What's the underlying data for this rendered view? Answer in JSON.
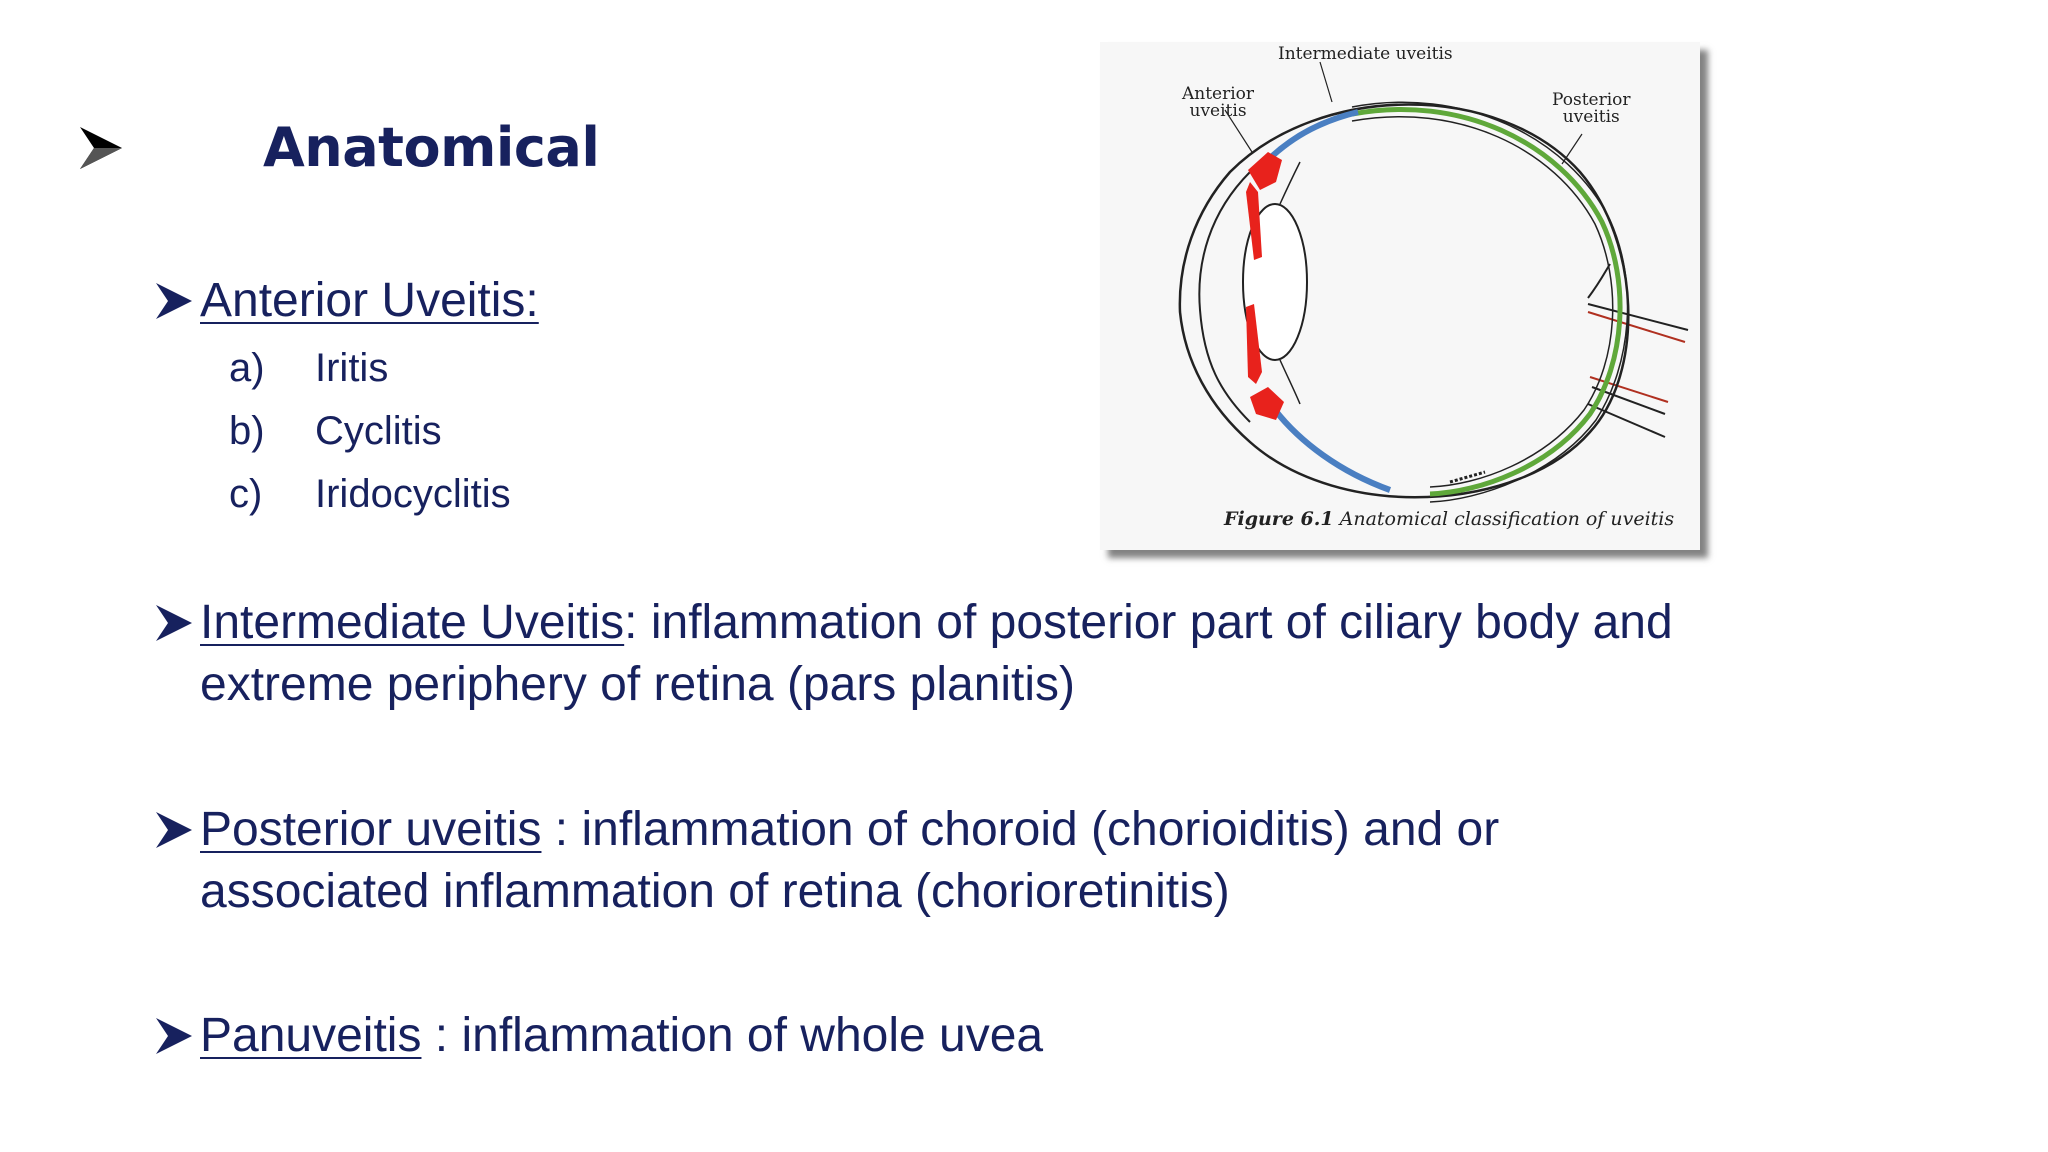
{
  "slide": {
    "heading": "Anatomical",
    "anterior": {
      "term": "Anterior Uveitis:",
      "subitems": [
        {
          "letter": "a)",
          "text": "Iritis"
        },
        {
          "letter": "b)",
          "text": "Cyclitis"
        },
        {
          "letter": "c)",
          "text": "Iridocyclitis"
        }
      ]
    },
    "intermediate": {
      "term": "Intermediate Uveitis",
      "line1": ": inflammation of posterior part of ciliary body and",
      "line2": "extreme periphery of retina (pars planitis)"
    },
    "posterior": {
      "term": "Posterior uveitis",
      "line1": " : inflammation of choroid (chorioiditis) and or",
      "line2": "associated  inflammation of retina (chorioretinitis)"
    },
    "panuveitis": {
      "term": "Panuveitis",
      "line1": " : inflammation of whole uvea"
    }
  },
  "figure": {
    "labels": {
      "intermediate": "Intermediate uveitis",
      "anterior_1": "Anterior",
      "anterior_2": "uveitis",
      "posterior_1": "Posterior",
      "posterior_2": "uveitis"
    },
    "caption_bold": "Figure 6.1",
    "caption_rest": "Anatomical classification of uveitis"
  },
  "colors": {
    "text": "#17215e",
    "anterior_region": "#e8221c",
    "intermediate_region": "#4a7fc2",
    "posterior_region": "#5fa83a"
  }
}
